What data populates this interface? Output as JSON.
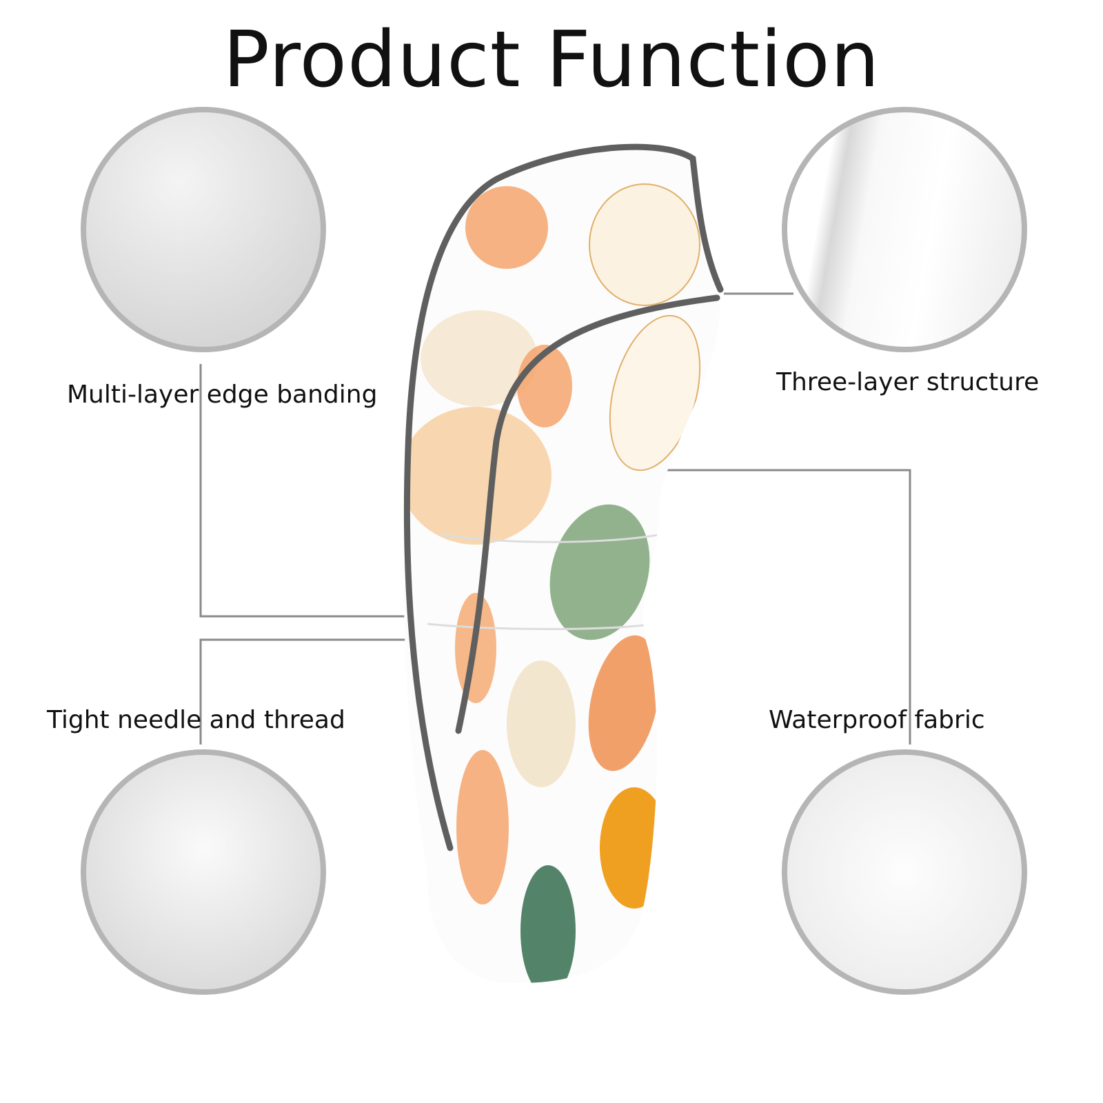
{
  "title": "Product Function",
  "features": [
    {
      "label": "Multi-layer edge banding"
    },
    {
      "label": "Three-layer structure"
    },
    {
      "label": "Tight needle and thread"
    },
    {
      "label": "Waterproof fabric"
    }
  ],
  "colors": {
    "ring": "#b5b5b5",
    "line": "#8a8a8a",
    "trim": "#5f5f5f",
    "orange": "#f2a46a",
    "green": "#7fa57a",
    "cream": "#f3e6cf"
  }
}
